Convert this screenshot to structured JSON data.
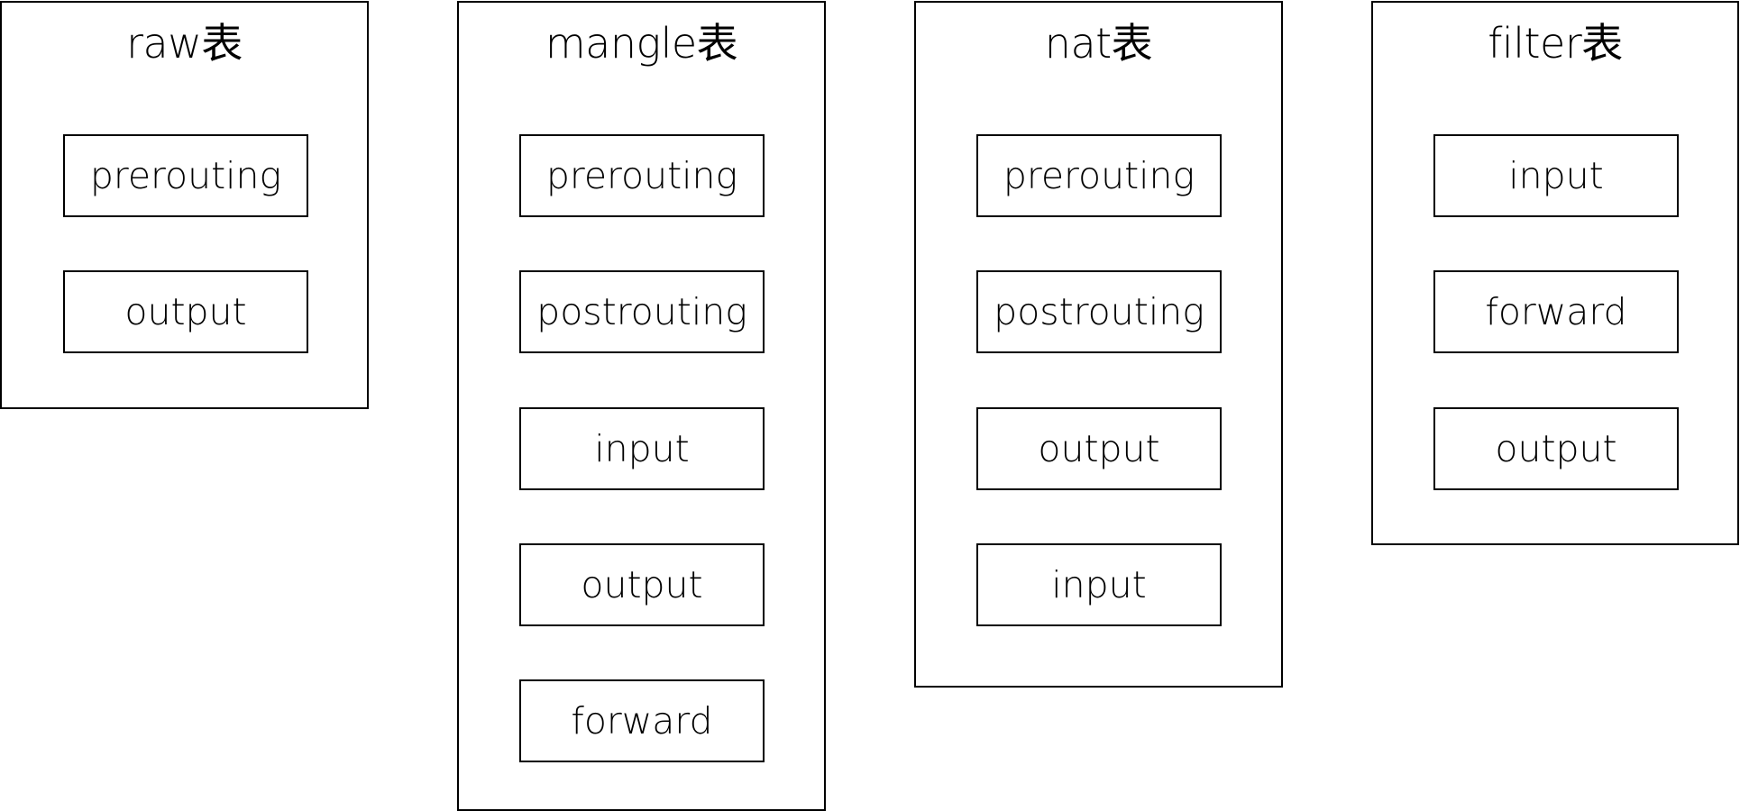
{
  "colors": {
    "background": "#ffffff",
    "stroke": "#000000",
    "text": "#000000"
  },
  "tables": [
    {
      "title": "raw表",
      "chains": [
        "prerouting",
        "output"
      ]
    },
    {
      "title": "mangle表",
      "chains": [
        "prerouting",
        "postrouting",
        "input",
        "output",
        "forward"
      ]
    },
    {
      "title": "nat表",
      "chains": [
        "prerouting",
        "postrouting",
        "output",
        "input"
      ]
    },
    {
      "title": "filter表",
      "chains": [
        "input",
        "forward",
        "output"
      ]
    }
  ]
}
